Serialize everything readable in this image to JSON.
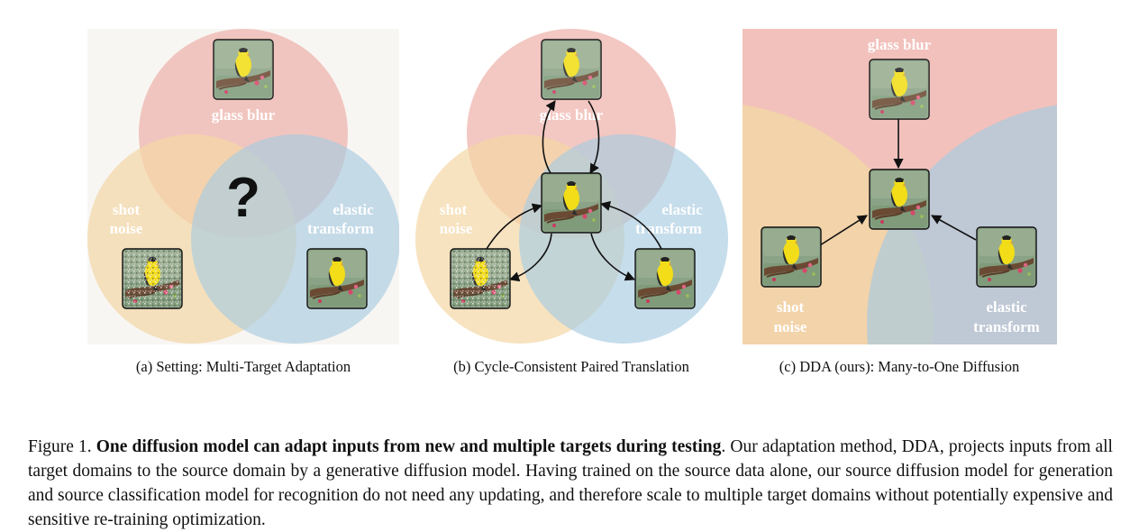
{
  "panels": {
    "a": {
      "labels": {
        "top": "glass blur",
        "left_1": "shot",
        "left_2": "noise",
        "right_1": "elastic",
        "right_2": "transform"
      },
      "question_mark": "?",
      "subcaption": "(a) Setting: Multi-Target Adaptation"
    },
    "b": {
      "labels": {
        "top": "glass blur",
        "left_1": "shot",
        "left_2": "noise",
        "right_1": "elastic",
        "right_2": "transform"
      },
      "subcaption": "(b) Cycle-Consistent Paired Translation"
    },
    "c": {
      "labels": {
        "top": "glass blur",
        "left_1": "shot",
        "left_2": "noise",
        "right_1": "elastic",
        "right_2": "transform"
      },
      "subcaption": "(c) DDA (ours): Many-to-One Diffusion"
    }
  },
  "colors": {
    "pink": "#efb1ab",
    "yellow": "#f3d7a5",
    "blue": "#a9cbe0",
    "overlap_center": "#d9a78e",
    "bird_yellow": "#f2dd18",
    "photo_bg": "#8aa286"
  },
  "caption": {
    "label": "Figure 1. ",
    "bold": "One diffusion model can adapt inputs from new and multiple targets during testing",
    "rest": ". Our adaptation method, DDA, projects inputs from all target domains to the source domain by a generative diffusion model. Having trained on the source data alone, our source diffusion model for generation and source classification model for recognition do not need any updating, and therefore scale to multiple target domains without potentially expensive and sensitive re-training optimization."
  }
}
